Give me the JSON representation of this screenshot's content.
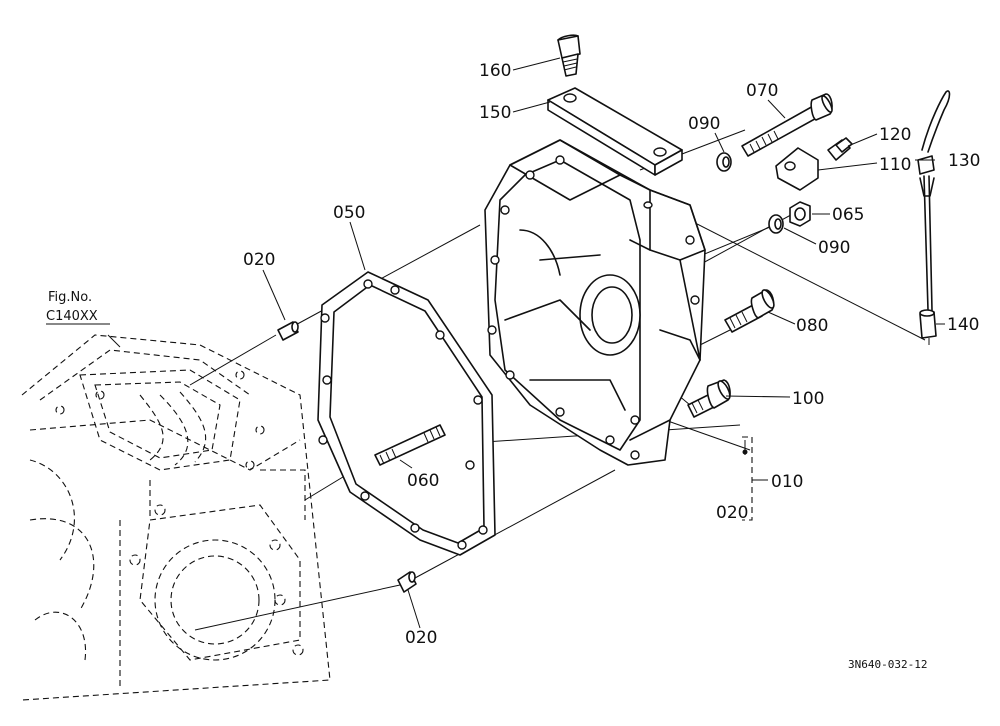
{
  "figure_ref": {
    "line1": "Fig.No.",
    "line2": "C140XX"
  },
  "drawing_code": "3N640-032-12",
  "callouts": {
    "p010": "010",
    "p020_top": "020",
    "p020_bottom": "020",
    "p020_bracket": "020",
    "p050": "050",
    "p060": "060",
    "p065": "065",
    "p070": "070",
    "p080": "080",
    "p090_top": "090",
    "p090_mid": "090",
    "p100": "100",
    "p110": "110",
    "p120": "120",
    "p130": "130",
    "p140": "140",
    "p150": "150",
    "p160": "160"
  }
}
